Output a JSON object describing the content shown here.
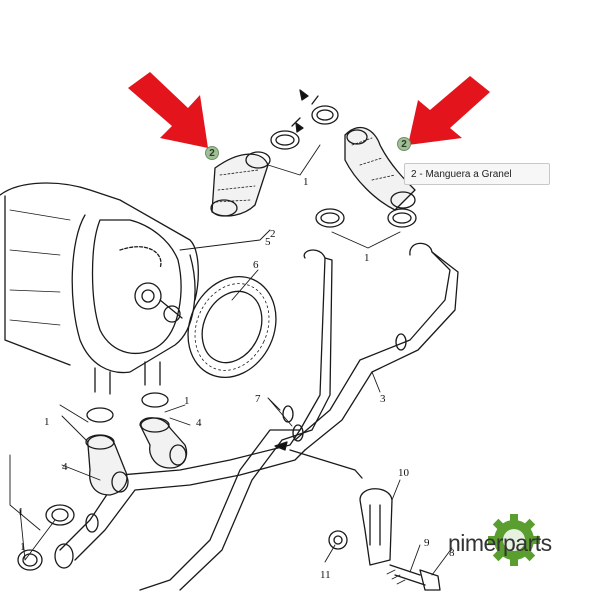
{
  "diagram": {
    "hotspot_left": "2",
    "hotspot_right": "2",
    "tooltip": "2 - Manguera a Granel",
    "callouts": [
      "1",
      "1",
      "1",
      "1",
      "1",
      "1",
      "2",
      "3",
      "4",
      "4",
      "5",
      "6",
      "7",
      "8",
      "9",
      "10",
      "11"
    ]
  },
  "brand": {
    "text": "nimerparts",
    "gear_color": "#5a9e2f"
  },
  "colors": {
    "arrow": "#e3141b",
    "hotspot": "#9fbf95"
  }
}
